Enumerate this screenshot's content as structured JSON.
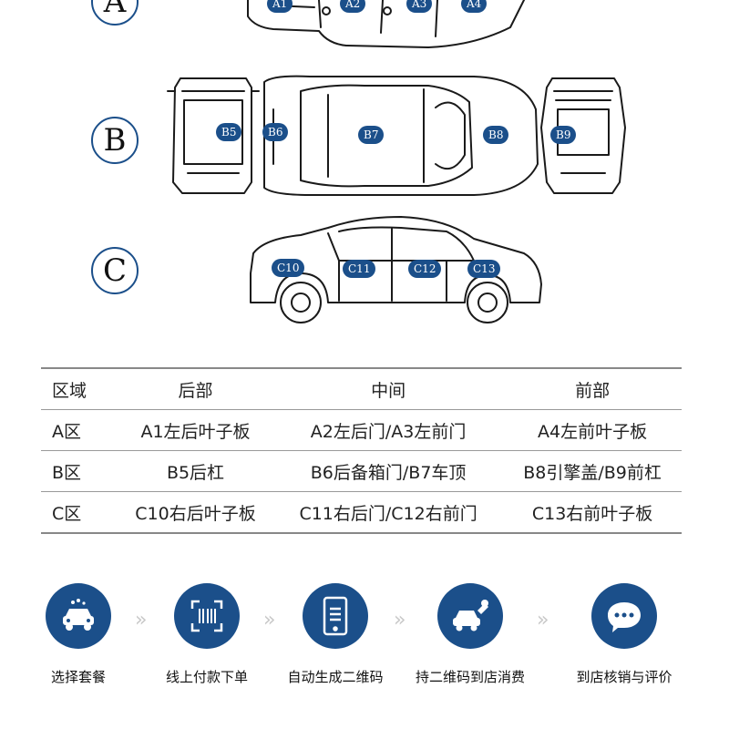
{
  "diagram": {
    "zones": [
      "A",
      "B",
      "C"
    ],
    "parts": {
      "A": [
        "A1",
        "A2",
        "A3",
        "A4"
      ],
      "B": [
        "B5",
        "B6",
        "B7",
        "B8",
        "B9"
      ],
      "C": [
        "C10",
        "C11",
        "C12",
        "C13"
      ]
    }
  },
  "table": {
    "headers": [
      "区域",
      "后部",
      "中间",
      "前部"
    ],
    "rows": [
      [
        "A区",
        "A1左后叶子板",
        "A2左后门/A3左前门",
        "A4左前叶子板"
      ],
      [
        "B区",
        "B5后杠",
        "B6后备箱门/B7车顶",
        "B8引擎盖/B9前杠"
      ],
      [
        "C区",
        "C10右后叶子板",
        "C11右后门/C12右前门",
        "C13右前叶子板"
      ]
    ]
  },
  "steps": {
    "arrow": "»",
    "items": [
      {
        "label": "选择套餐",
        "icon": "car-wash-icon"
      },
      {
        "label": "线上付款下单",
        "icon": "barcode-scan-icon"
      },
      {
        "label": "自动生成二维码",
        "icon": "phone-document-icon"
      },
      {
        "label": "持二维码到店消费",
        "icon": "car-wrench-icon"
      },
      {
        "label": "到店核销与评价",
        "icon": "chat-bubble-icon"
      }
    ]
  },
  "colors": {
    "accent": "#1b4f8a",
    "arrow": "#c9c9c9"
  }
}
